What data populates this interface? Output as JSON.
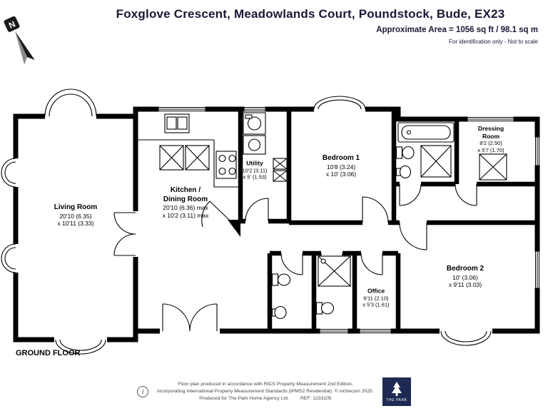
{
  "header": {
    "title": "Foxglove Crescent, Meadowlands Court, Poundstock, Bude, EX23",
    "area_line": "Approximate Area = 1056 sq ft / 98.1 sq m",
    "disclaimer": "For identification only - Not to scale"
  },
  "compass": {
    "north_label": "N"
  },
  "plan": {
    "floor_label": "GROUND FLOOR",
    "rooms": [
      {
        "name": "Living Room",
        "dim1": "20'10 (6.35)",
        "dim2": "x 10'11 (3.33)"
      },
      {
        "name": "Kitchen / Dining Room",
        "dim1": "20'10 (6.36) max",
        "dim2": "x 10'2 (3.11) max"
      },
      {
        "name": "Utility",
        "dim1": "10'2 (3.11)",
        "dim2": "x 5' (1.53)"
      },
      {
        "name": "Bedroom 1",
        "dim1": "10'8 (3.24)",
        "dim2": "x 10' (3.06)"
      },
      {
        "name": "Dressing Room",
        "dim1": "8'2 (2.50)",
        "dim2": "x 5'7 (1.70)"
      },
      {
        "name": "Bedroom 2",
        "dim1": "10' (3.06)",
        "dim2": "x 9'11 (3.03)"
      },
      {
        "name": "Office",
        "dim1": "6'11 (2.10)",
        "dim2": "x 5'3 (1.61)"
      }
    ]
  },
  "footer": {
    "info_icon": "i",
    "line1": "Floor plan produced in accordance with RICS Property Measurement 2nd Edition,",
    "line2": "incorporating International Property Measurement Standards (IPMS2 Residential). © nichecom 2025.",
    "produced_for": "Produced for The Park Home Agency Ltd.",
    "ref": "REF: 1233105",
    "logo_text": "THE PARK"
  },
  "colors": {
    "heading": "#181836",
    "wall": "#000000",
    "logo_bg": "#1e2a52"
  }
}
